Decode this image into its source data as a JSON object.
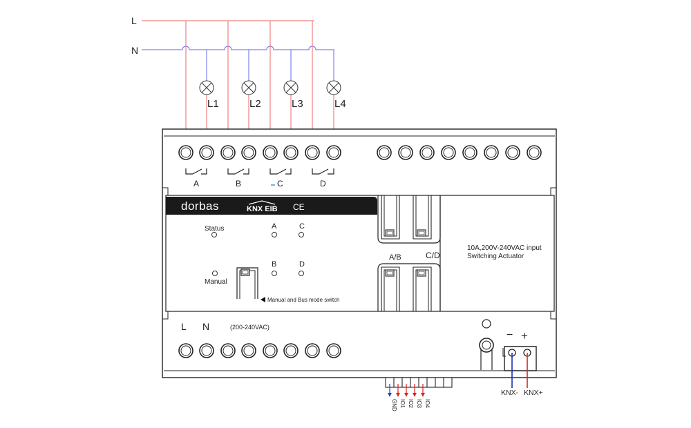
{
  "supply": {
    "line_label": "L",
    "neutral_label": "N"
  },
  "lamps": [
    "L1",
    "L2",
    "L3",
    "L4"
  ],
  "relay_channels": [
    "A",
    "B",
    "C",
    "D"
  ],
  "brand": {
    "name": "dorbas",
    "protocol": "KNX EIB",
    "mark": "CE"
  },
  "indicators": {
    "status_label": "Status",
    "manual_label": "Manual",
    "channel_leds": [
      "A",
      "C",
      "B",
      "D"
    ]
  },
  "mode_switch_label": "Manual and Bus mode switch",
  "manual_buttons": [
    "A/B",
    "C/D"
  ],
  "product": {
    "spec_line1": "10A,200V-240VAC input",
    "spec_line2": "Switching Actuator"
  },
  "power_input": {
    "l_label": "L",
    "n_label": "N",
    "voltage": "(200-240VAC)"
  },
  "knx": {
    "minus_symbol": "−",
    "plus_symbol": "+",
    "minus_label": "KNX-",
    "plus_label": "KNX+"
  },
  "io_pins": [
    "GND",
    "IO1",
    "IO2",
    "IO3",
    "IO4"
  ],
  "colors": {
    "line_wire": "#f08080",
    "neutral_wire": "#8080ee",
    "knx_minus": "#1a2fb0",
    "knx_plus": "#e02020",
    "io_gnd": "#2a3fc0",
    "io_signal": "#e02020"
  }
}
